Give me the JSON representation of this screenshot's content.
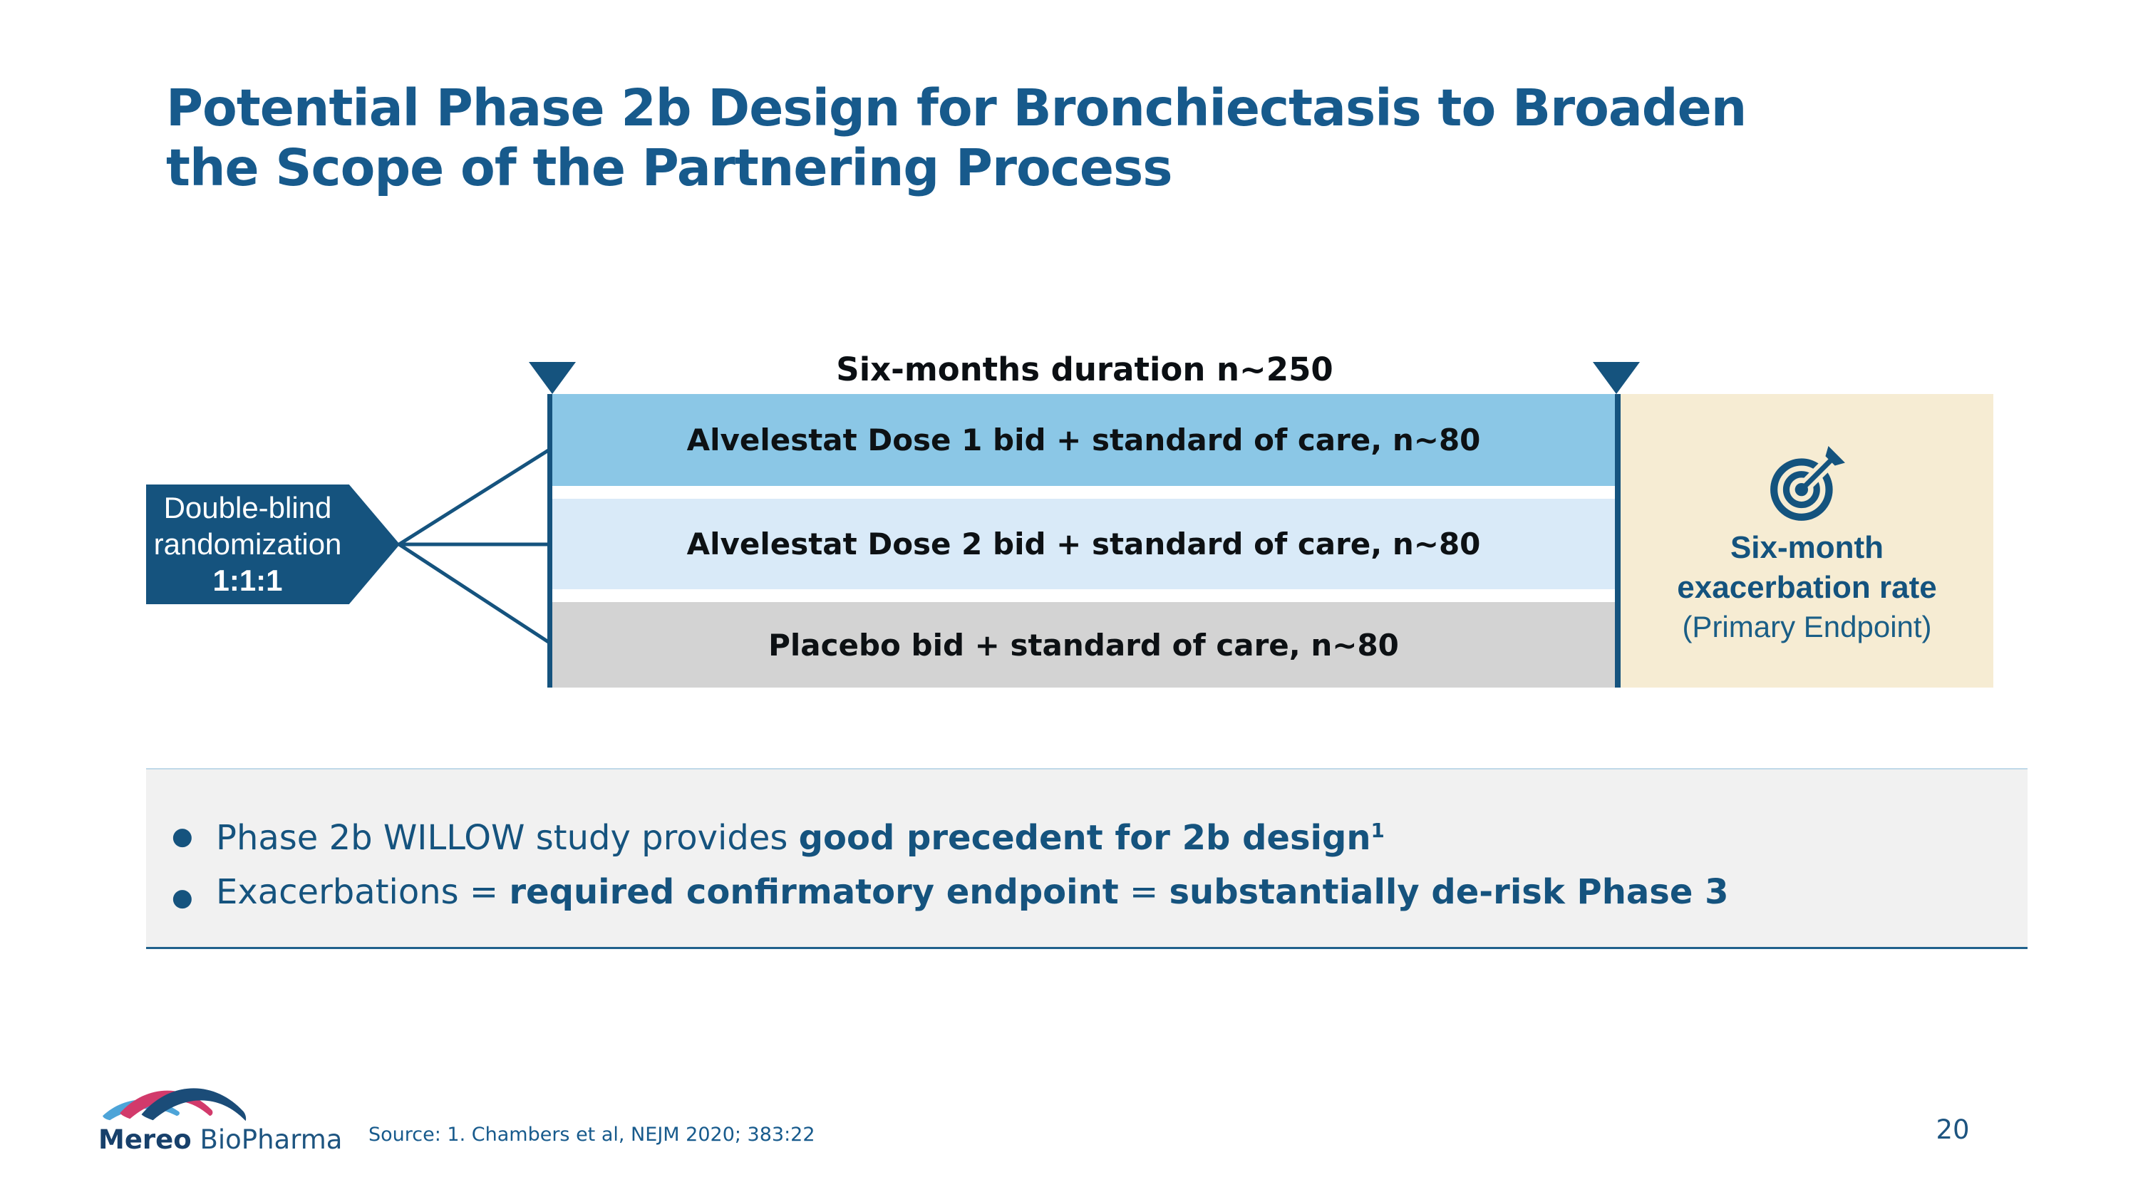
{
  "slide": {
    "title_line1": "Potential Phase 2b Design for Bronchiectasis to Broaden",
    "title_line2": "the Scope of the Partnering Process",
    "source_note": "Source: 1. Chambers et al, NEJM 2020; 383:22",
    "page_number": "20"
  },
  "diagram": {
    "duration_label": "Six-months duration n~250",
    "randomization": {
      "line1": "Double-blind",
      "line2": "randomization",
      "ratio": "1:1:1"
    },
    "arms": [
      {
        "label": "Alvelestat Dose 1 bid + standard of care, n~80",
        "color": "#8BC7E6"
      },
      {
        "label": "Alvelestat Dose 2 bid + standard of care, n~80",
        "color": "#D9EAF8"
      },
      {
        "label": "Placebo bid + standard of care, n~80",
        "color": "#D3D3D3"
      }
    ],
    "endpoint": {
      "icon": "target-bullseye-arrow-icon",
      "line1": "Six-month",
      "line2": "exacerbation rate",
      "line3": "(Primary Endpoint)",
      "panel_color": "#F6ECD3"
    }
  },
  "notes": {
    "bullet1": {
      "text_regular": "Phase 2b WILLOW study provides ",
      "text_bold": "good precedent for 2b design",
      "superscript": "1"
    },
    "bullet2": {
      "text_regular1": "Exacerbations = ",
      "text_bold1": "required confirmatory endpoint",
      "text_regular2": " = ",
      "text_bold2": "substantially de-risk Phase 3"
    }
  },
  "footer": {
    "logo_word1": "Mereo",
    "logo_word2": "BioPharma"
  },
  "colors": {
    "accent_blue": "#15537E",
    "title_blue": "#175A8C",
    "arm1_blue": "#8BC7E6",
    "arm2_blue": "#D9EAF8",
    "arm3_gray": "#D3D3D3",
    "endpoint_beige": "#F6ECD3",
    "notes_bg": "#F1F1F1",
    "logo_navy": "#1B4C78",
    "logo_pink": "#D23A6B",
    "logo_light_blue": "#4DA4D8"
  }
}
